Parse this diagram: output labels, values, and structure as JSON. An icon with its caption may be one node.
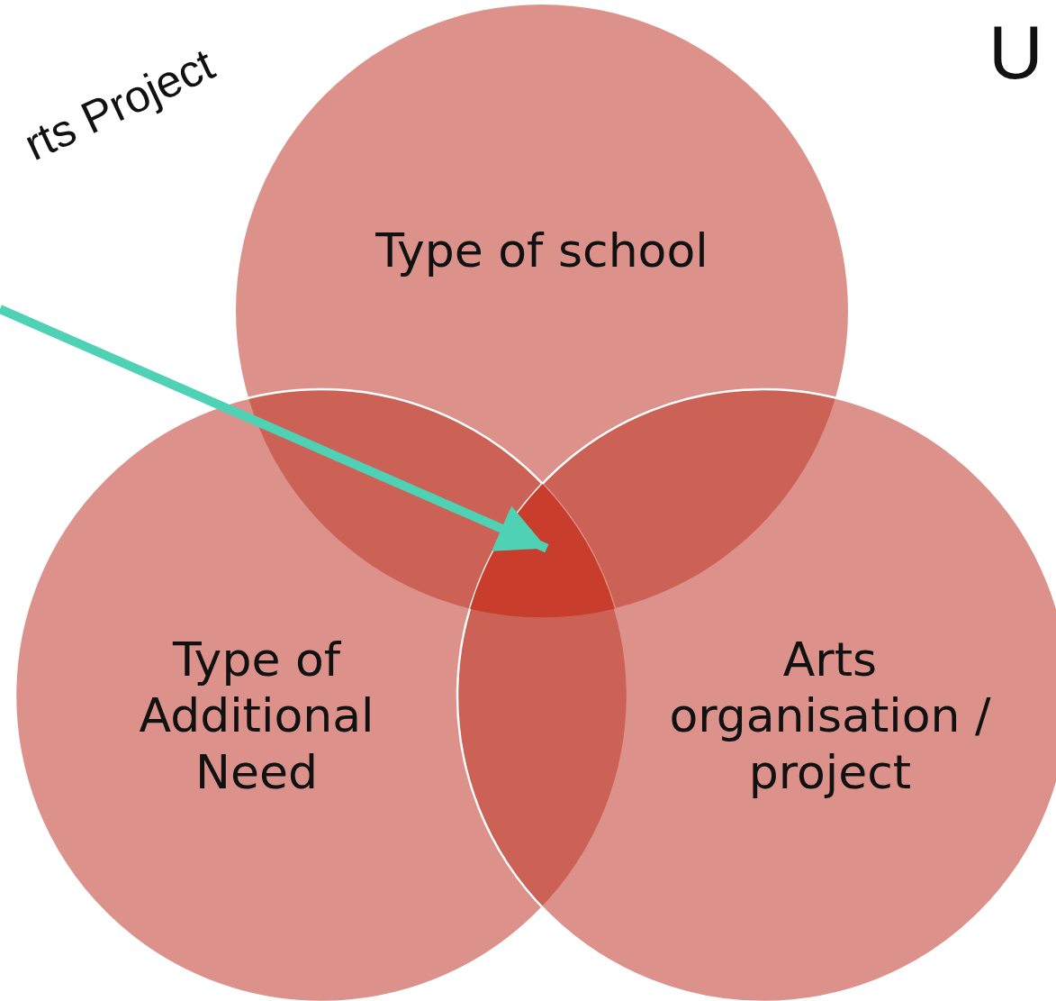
{
  "diagram": {
    "nodes": [
      {
        "text": [
          "Type of school"
        ]
      },
      {
        "text": [
          "Type of Additional Need"
        ]
      },
      {
        "text": [
          "Arts organisation / project"
        ]
      },
      {
        "text": [],
        "shape": "lens"
      }
    ],
    "edges": [
      {
        "from": null,
        "to": 3,
        "arrow": "to",
        "color": "#4fd1b5"
      }
    ],
    "labels": [
      "rts Project",
      "U"
    ]
  }
}
